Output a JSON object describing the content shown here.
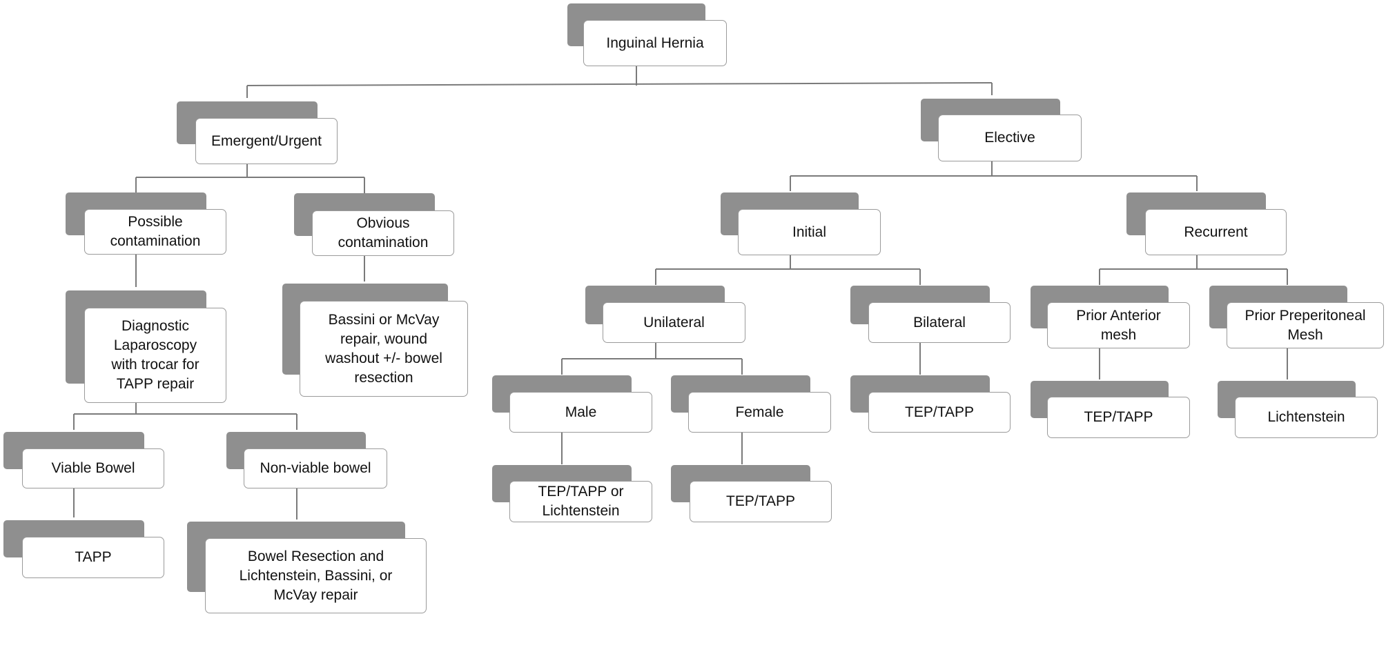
{
  "nodes": {
    "inguinal_hernia": "Inguinal Hernia",
    "emergent_urgent": "Emergent/Urgent",
    "elective": "Elective",
    "possible_contamination": "Possible\ncontamination",
    "obvious_contamination": "Obvious\ncontamination",
    "diagnostic_laparoscopy": "Diagnostic\nLaparoscopy\nwith trocar for\nTAPP repair",
    "bassini_mcvay_repair": "Bassini or McVay\nrepair, wound\nwashout +/- bowel\nresection",
    "viable_bowel": "Viable Bowel",
    "non_viable_bowel": "Non-viable bowel",
    "tapp": "TAPP",
    "bowel_resection": "Bowel Resection and\nLichtenstein, Bassini, or\nMcVay repair",
    "initial": "Initial",
    "recurrent": "Recurrent",
    "unilateral": "Unilateral",
    "bilateral": "Bilateral",
    "male": "Male",
    "female": "Female",
    "male_result": "TEP/TAPP or\nLichtenstein",
    "female_result": "TEP/TAPP",
    "bilateral_result": "TEP/TAPP",
    "prior_anterior_mesh": "Prior Anterior\nmesh",
    "prior_preperitoneal_mesh": "Prior Preperitoneal\nMesh",
    "anterior_result": "TEP/TAPP",
    "preperitoneal_result": "Lichtenstein"
  }
}
